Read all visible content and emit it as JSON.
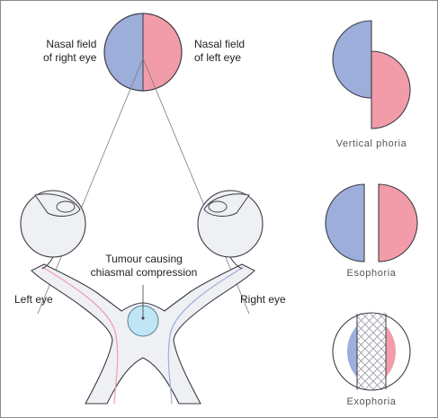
{
  "labels": {
    "nasal_right": [
      "Nasal field",
      "of right eye"
    ],
    "nasal_left": [
      "Nasal field",
      "of left eye"
    ],
    "tumour": [
      "Tumour causing",
      "chiasmal compression"
    ],
    "left_eye": "Left eye",
    "right_eye": "Right eye"
  },
  "captions": {
    "vertical": "Vertical phoria",
    "eso": "Esophoria",
    "exo": "Exophoria"
  },
  "colors": {
    "blue": "#9daedb",
    "pink": "#f29caa",
    "tumour": "#bfe6f4",
    "nerve_fill": "#eef0f4",
    "stroke": "#3c3c46"
  }
}
